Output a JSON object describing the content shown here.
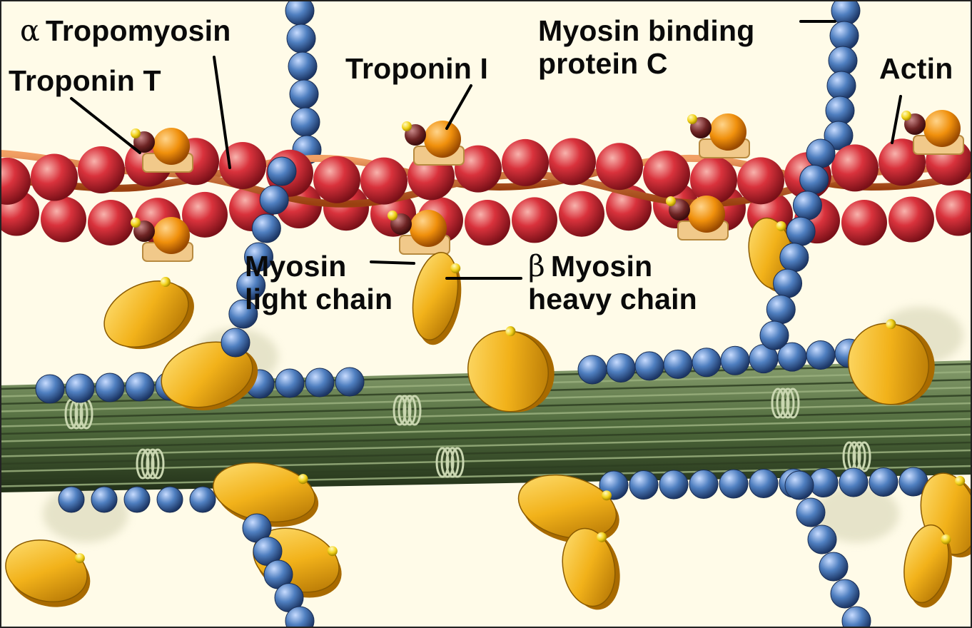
{
  "labels": {
    "alpha_tropomyosin": {
      "symbol": "α",
      "text": "Tropomyosin"
    },
    "troponin_t": "Troponin T",
    "troponin_i": "Troponin I",
    "myosin_binding_protein_c": {
      "line1": "Myosin binding",
      "line2": "protein C"
    },
    "actin": "Actin",
    "myosin_light_chain": {
      "line1": "Myosin",
      "line2": "light chain"
    },
    "beta_myosin_heavy_chain": {
      "symbol": "β",
      "line1": "Myosin",
      "line2": "heavy chain"
    }
  },
  "colors": {
    "background": "#fffbe8",
    "actin": "#d9323c",
    "tropomyosin": "#c8621e",
    "troponin": "#f0900c",
    "myosin_head": "#f2b21a",
    "thick_filament": "#5a7046",
    "mybpc_beads": "#4f7fc0",
    "leader_line": "#000000"
  }
}
